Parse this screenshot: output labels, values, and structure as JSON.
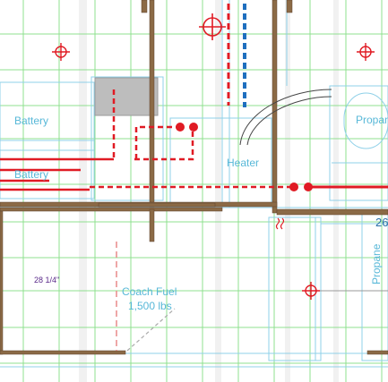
{
  "labels": {
    "battery_top": "Battery",
    "battery_bottom": "Battery",
    "propane_top": "Propane",
    "propane_vertical": "Propane",
    "heater": "Heater",
    "dimension": "28 1/4\"",
    "coach_fuel_line1": "Coach Fuel",
    "coach_fuel_line2": "1,500 lbs",
    "edge_number": "26"
  },
  "colors": {
    "grid_green": "#8fe08f",
    "outline_blue": "#8fd0e8",
    "wall_brown": "#8b6a46",
    "wire_red": "#e01b24",
    "line_blue": "#1f6fbf",
    "text_blue": "#58b8d8",
    "text_purple": "#5a2a8a",
    "block_gray": "#bdbdbd"
  }
}
